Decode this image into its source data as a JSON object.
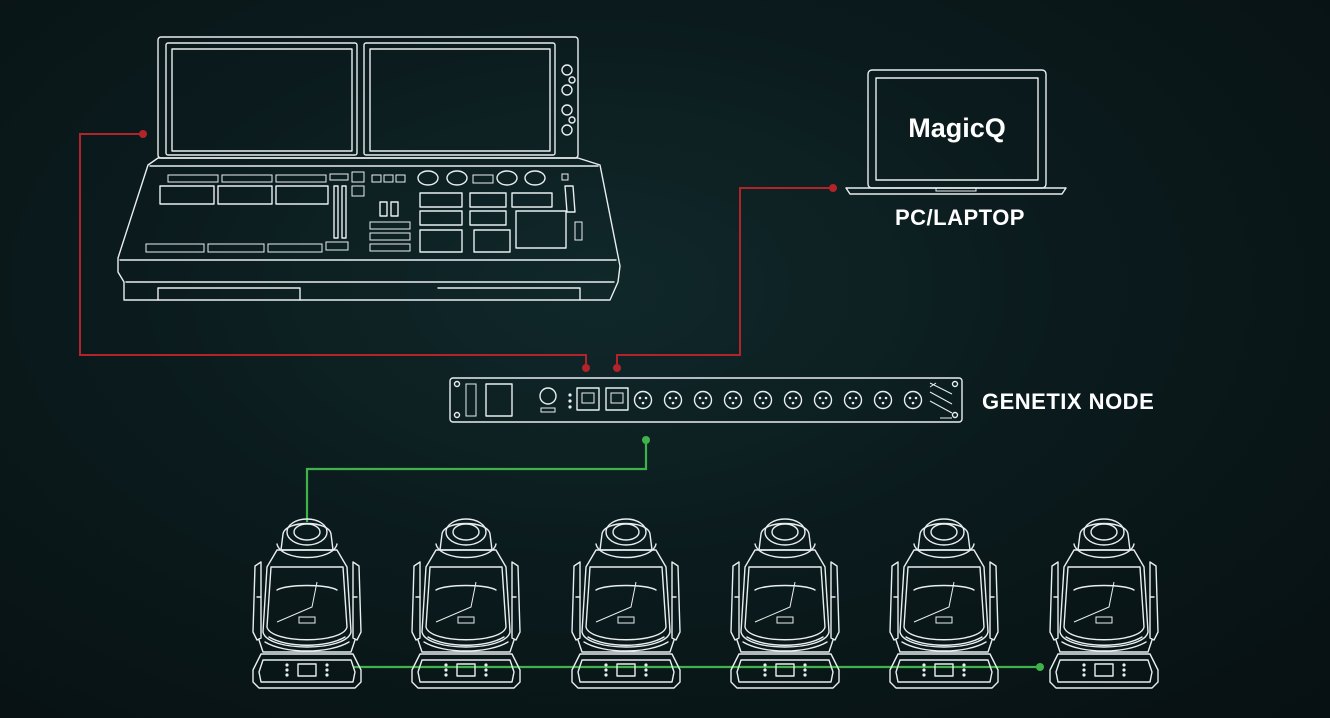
{
  "laptop": {
    "screen_text": "MagicQ",
    "label": "PC/LAPTOP"
  },
  "node": {
    "label": "GENETIX NODE"
  },
  "fixtures": {
    "count": 6
  },
  "colors": {
    "background": "#0b1b1d",
    "outline": "#e9eef0",
    "network_link": "#b3232a",
    "dmx_link": "#3fb34a"
  }
}
